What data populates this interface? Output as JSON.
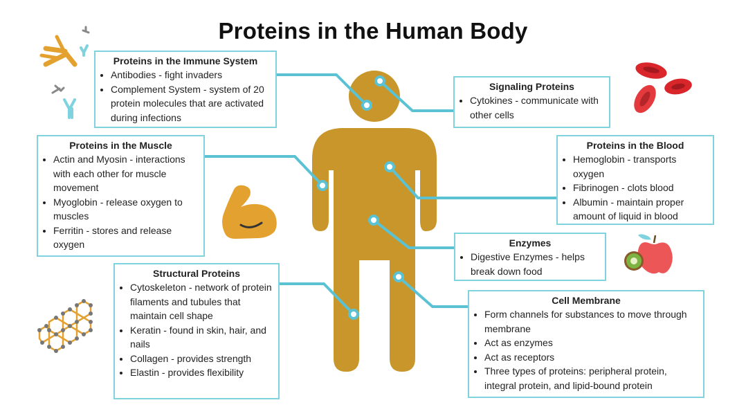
{
  "title": "Proteins in the Human Body",
  "colors": {
    "body": "#c8962a",
    "connector": "#5bc2d4",
    "box_border": "#7fd3df",
    "blood": "#d9262b",
    "apple": "#e94b4b",
    "kiwi": "#6a8f2a"
  },
  "icons": [
    "antibody-icon",
    "muscle-arm-icon",
    "blood-cells-icon",
    "apple-kiwi-icon",
    "hexagon-lattice-icon",
    "human-figure"
  ],
  "boxes": {
    "immune": {
      "title": "Proteins in the Immune System",
      "items": [
        "Antibodies - fight invaders",
        "Complement System - system of 20 protein molecules that are activated during infections"
      ]
    },
    "signaling": {
      "title": "Signaling Proteins",
      "items": [
        "Cytokines - communicate with other cells"
      ]
    },
    "muscle": {
      "title": "Proteins in the Muscle",
      "items": [
        "Actin and Myosin - interactions with each other for muscle movement",
        "Myoglobin - release oxygen to muscles",
        "Ferritin - stores and release oxygen"
      ]
    },
    "blood": {
      "title": "Proteins in the Blood",
      "items": [
        "Hemoglobin - transports oxygen",
        "Fibrinogen - clots blood",
        "Albumin - maintain proper amount of liquid in blood"
      ]
    },
    "enzymes": {
      "title": "Enzymes",
      "items": [
        "Digestive Enzymes - helps break down food"
      ]
    },
    "structural": {
      "title": "Structural Proteins",
      "items": [
        "Cytoskeleton - network of protein filaments and tubules that maintain cell shape",
        "Keratin - found in skin, hair, and nails",
        "Collagen - provides strength",
        "Elastin - provides flexibility"
      ]
    },
    "membrane": {
      "title": "Cell Membrane",
      "items": [
        "Form channels for substances to move through membrane",
        "Act as enzymes",
        "Act as receptors",
        "Three types of proteins: peripheral protein, integral protein, and lipid-bound protein"
      ]
    }
  }
}
